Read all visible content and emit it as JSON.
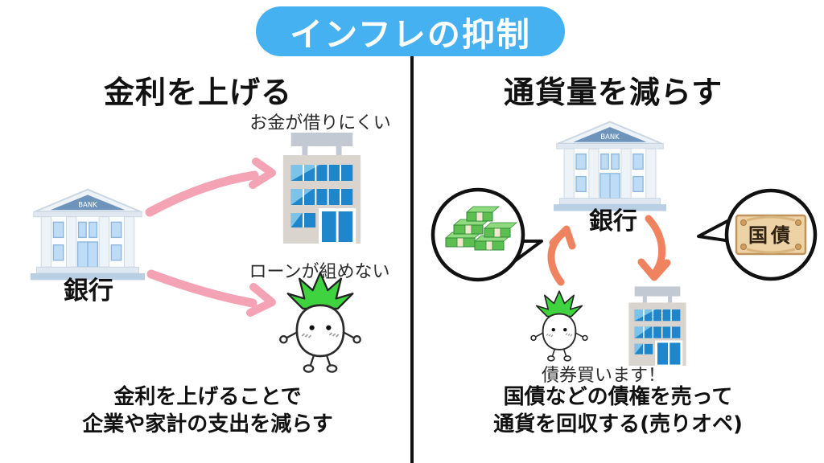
{
  "title": {
    "text": "インフレの抑制",
    "bg_color": "#45b1f1",
    "text_color": "#ffffff"
  },
  "left": {
    "heading": "金利を上げる",
    "bank": {
      "sign": "BANK",
      "label": "銀行"
    },
    "building_caption": "お金が借りにくい",
    "person_caption": "ローンが組めない",
    "summary_line1": "金利を上げることで",
    "summary_line2": "企業や家計の支出を減らす",
    "arrow_color": "#f4a3b5"
  },
  "right": {
    "heading": "通貨量を減らす",
    "bank": {
      "sign": "BANK",
      "label": "銀行"
    },
    "bond_label": "国債",
    "person_speech": "債券買います！",
    "summary_line1": "国債などの債権を売って",
    "summary_line2": "通貨を回収する(売りオペ)",
    "arrow_color": "#f0835f"
  },
  "palette": {
    "divider": "#111111",
    "bank_roof": "#6f94bc",
    "building_window_dark": "#1f86cc",
    "building_window_light": "#7cc3ea",
    "money_green": "#5cbf52",
    "bond_paper": "#ecd2a4",
    "leaf_green": "#3fd33f"
  }
}
